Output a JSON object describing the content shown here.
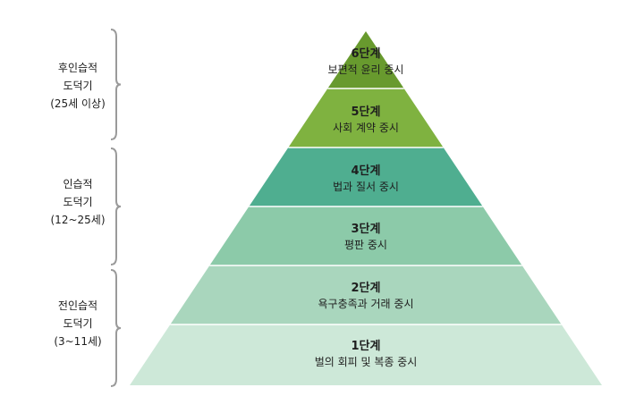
{
  "pyramid": {
    "levels": [
      {
        "stage": "6단계",
        "desc": "보편적 윤리 중시",
        "color": "#689a2e"
      },
      {
        "stage": "5단계",
        "desc": "사회 계약 중시",
        "color": "#7fb240"
      },
      {
        "stage": "4단계",
        "desc": "법과 질서 중시",
        "color": "#4fae90"
      },
      {
        "stage": "3단계",
        "desc": "평판 중시",
        "color": "#8ccaa9"
      },
      {
        "stage": "2단계",
        "desc": "욕구충족과 거래 중시",
        "color": "#a9d6bd"
      },
      {
        "stage": "1단계",
        "desc": "벌의 회피 및 복종 중시",
        "color": "#cde8d8"
      }
    ]
  },
  "groups": [
    {
      "line1": "후인습적",
      "line2": "도덕기",
      "line3": "(25세 이상)"
    },
    {
      "line1": "인습적",
      "line2": "도덕기",
      "line3": "(12~25세)"
    },
    {
      "line1": "전인습적",
      "line2": "도덕기",
      "line3": "(3~11세)"
    }
  ],
  "colors": {
    "bracket": "#9a9a9a",
    "divider": "#ffffff"
  }
}
